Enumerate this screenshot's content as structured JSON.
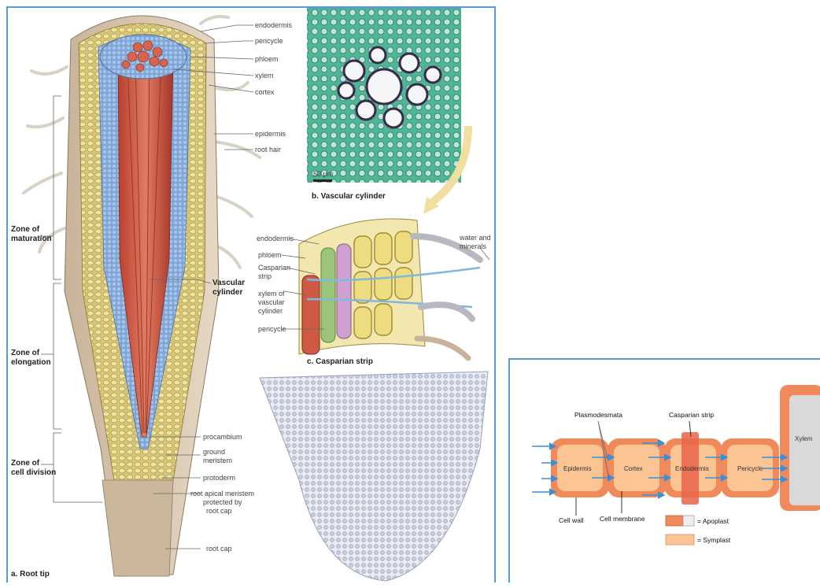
{
  "root_figure": {
    "labels": {
      "endodermis": "endodermis",
      "pericycle": "pericycle",
      "phloem": "phloem",
      "xylem": "xylem",
      "cortex": "cortex",
      "epidermis": "epidermis",
      "root_hair": "root hair",
      "vascular_cylinder_line1": "Vascular",
      "vascular_cylinder_line2": "cylinder",
      "zone_maturation_line1": "Zone of",
      "zone_maturation_line2": "maturation",
      "zone_elongation_line1": "Zone of",
      "zone_elongation_line2": "elongation",
      "zone_division_line1": "Zone of",
      "zone_division_line2": "cell division",
      "procambium": "procambium",
      "ground_meristem_line1": "ground",
      "ground_meristem_line2": "meristem",
      "protoderm": "protoderm",
      "ram_line1": "root apical meristem",
      "ram_line2": "protected by",
      "ram_line3": "root cap",
      "root_cap": "root cap",
      "root_tip_caption": "a. Root tip"
    },
    "micrograph": {
      "scale_bar": "50 μm",
      "caption": "b. Vascular cylinder"
    },
    "casparian_panel": {
      "endodermis": "endodermis",
      "phloem": "phloem",
      "casparian_line1": "Casparian",
      "casparian_line2": "strip",
      "xylem_line1": "xylem of",
      "xylem_line2": "vascular",
      "xylem_line3": "cylinder",
      "pericycle": "pericycle",
      "water_line1": "water and",
      "water_line2": "minerals",
      "caption": "c. Casparian strip"
    }
  },
  "transport_diagram": {
    "plasmodesmata": "Plasmodesmata",
    "casparian_strip": "Casparian strip",
    "cells": [
      "Epidermis",
      "Cortex",
      "Endodermis",
      "Pericycle"
    ],
    "xylem": "Xylem",
    "cell_wall": "Cell wall",
    "cell_membrane": "Cell membrane",
    "legend_apoplast": "= Apoplast",
    "legend_symplast": "= Symplast",
    "colors": {
      "apoplast": "#f08a5a",
      "symplast": "#fbc493",
      "casparian": "#e8644a",
      "arrow": "#3a8fd6",
      "xylem": "#d9d9d9"
    }
  }
}
